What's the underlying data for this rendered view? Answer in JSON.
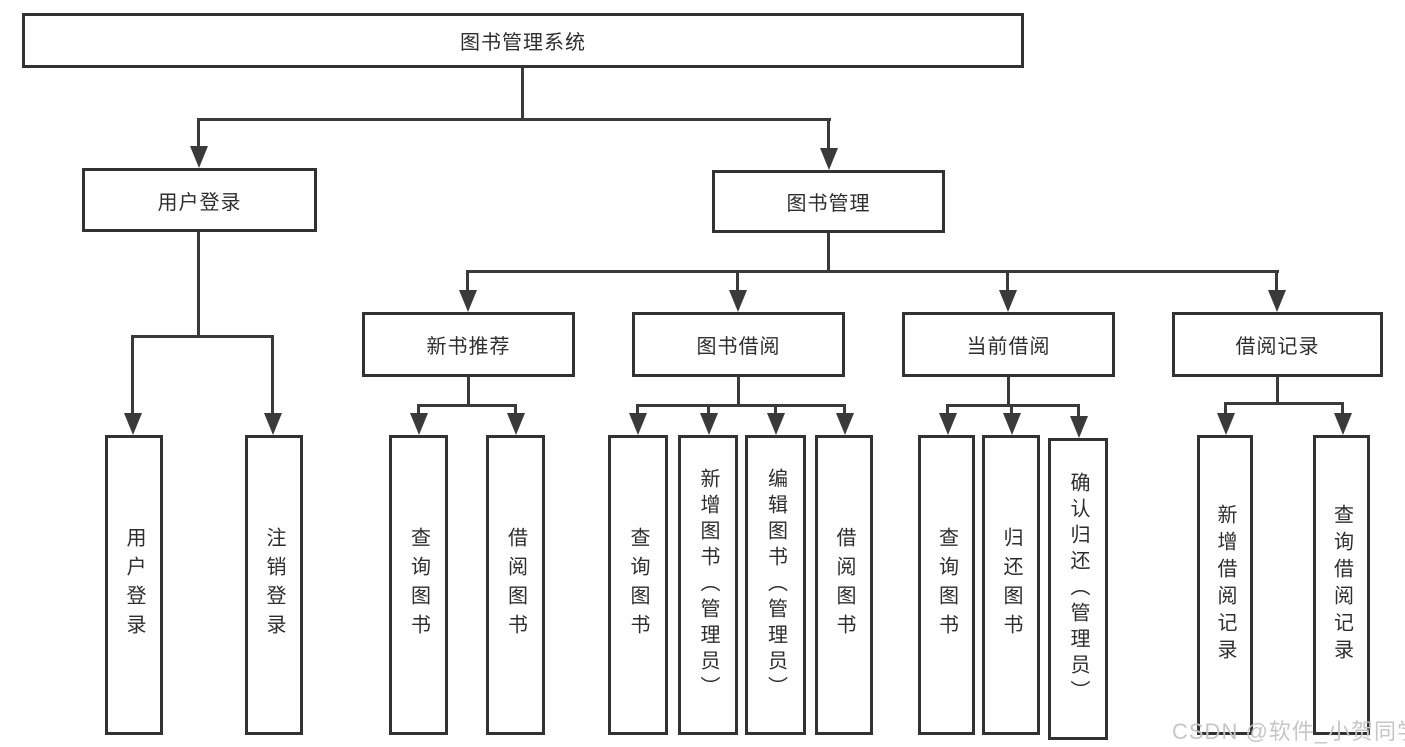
{
  "diagram": {
    "title": "图书管理系统",
    "type": "functional-structure-tree",
    "colors": {
      "line": "#3a3a3a",
      "border": "#323232",
      "box_fill": "#ffffff",
      "text": "#2e2e2e",
      "watermark_text": "#c6c6c6",
      "background": "#ffffff"
    },
    "nodes": {
      "root": {
        "label": "图书管理系统"
      },
      "user_login": {
        "label": "用户登录"
      },
      "book_mgmt": {
        "label": "图书管理"
      },
      "new_book_rec": {
        "label": "新书推荐"
      },
      "book_borrow": {
        "label": "图书借阅"
      },
      "current_borrow": {
        "label": "当前借阅"
      },
      "borrow_record": {
        "label": "借阅记录"
      },
      "leaf_user_login": {
        "label": "用户登录"
      },
      "leaf_logout": {
        "label": "注销登录"
      },
      "leaf_query_book_1": {
        "label": "查询图书"
      },
      "leaf_borrow_book_1": {
        "label": "借阅图书"
      },
      "leaf_query_book_2": {
        "label": "查询图书"
      },
      "leaf_add_book": {
        "label": "新增图书（管理员）"
      },
      "leaf_edit_book": {
        "label": "编辑图书（管理员）"
      },
      "leaf_borrow_book_2": {
        "label": "借阅图书"
      },
      "leaf_query_book_3": {
        "label": "查询图书"
      },
      "leaf_return_book": {
        "label": "归还图书"
      },
      "leaf_confirm_return": {
        "label": "确认归还（管理员）"
      },
      "leaf_add_record": {
        "label": "新增借阅记录"
      },
      "leaf_query_record": {
        "label": "查询借阅记录"
      }
    },
    "hierarchy": {
      "root": [
        "user_login",
        "book_mgmt"
      ],
      "user_login": [
        "leaf_user_login",
        "leaf_logout"
      ],
      "book_mgmt": [
        "new_book_rec",
        "book_borrow",
        "current_borrow",
        "borrow_record"
      ],
      "new_book_rec": [
        "leaf_query_book_1",
        "leaf_borrow_book_1"
      ],
      "book_borrow": [
        "leaf_query_book_2",
        "leaf_add_book",
        "leaf_edit_book",
        "leaf_borrow_book_2"
      ],
      "current_borrow": [
        "leaf_query_book_3",
        "leaf_return_book",
        "leaf_confirm_return"
      ],
      "borrow_record": [
        "leaf_add_record",
        "leaf_query_record"
      ]
    },
    "watermark": "CSDN @软件_小贺同学"
  }
}
